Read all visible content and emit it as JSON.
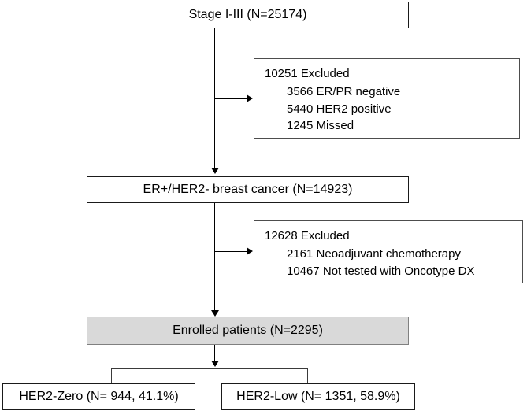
{
  "flowchart": {
    "title": "CONSORT-style patient selection flow diagram",
    "nodes": {
      "stage": {
        "label": "Stage I-III (N=25174)"
      },
      "exclusion1": {
        "header": "10251 Excluded",
        "items": [
          "3566 ER/PR negative",
          "5440 HER2 positive",
          "1245 Missed"
        ]
      },
      "cohort": {
        "label": "ER+/HER2- breast cancer (N=14923)"
      },
      "exclusion2": {
        "header": "12628 Excluded",
        "items": [
          "2161 Neoadjuvant chemotherapy",
          "10467 Not tested with Oncotype DX"
        ]
      },
      "enrolled": {
        "label": "Enrolled patients (N=2295)"
      },
      "her2_zero": {
        "label": "HER2-Zero (N= 944, 41.1%)"
      },
      "her2_low": {
        "label": "HER2-Low (N= 1351, 58.9%)"
      }
    },
    "counts": {
      "stage_total": 25174,
      "excluded_1_total": 10251,
      "excluded_1_er_pr_negative": 3566,
      "excluded_1_her2_positive": 5440,
      "excluded_1_missed": 1245,
      "cohort_total": 14923,
      "excluded_2_total": 12628,
      "excluded_2_neoadjuvant": 2161,
      "excluded_2_not_tested": 10467,
      "enrolled_total": 2295,
      "her2_zero_n": 944,
      "her2_zero_pct": "41.1%",
      "her2_low_n": 1351,
      "her2_low_pct": "58.9%"
    },
    "colors": {
      "box_border": "#1a1a1a",
      "box_fill": "#ffffff",
      "highlight_fill": "#d9d9d9",
      "highlight_border": "#808080",
      "connector": "#000000",
      "text": "#000000"
    }
  }
}
